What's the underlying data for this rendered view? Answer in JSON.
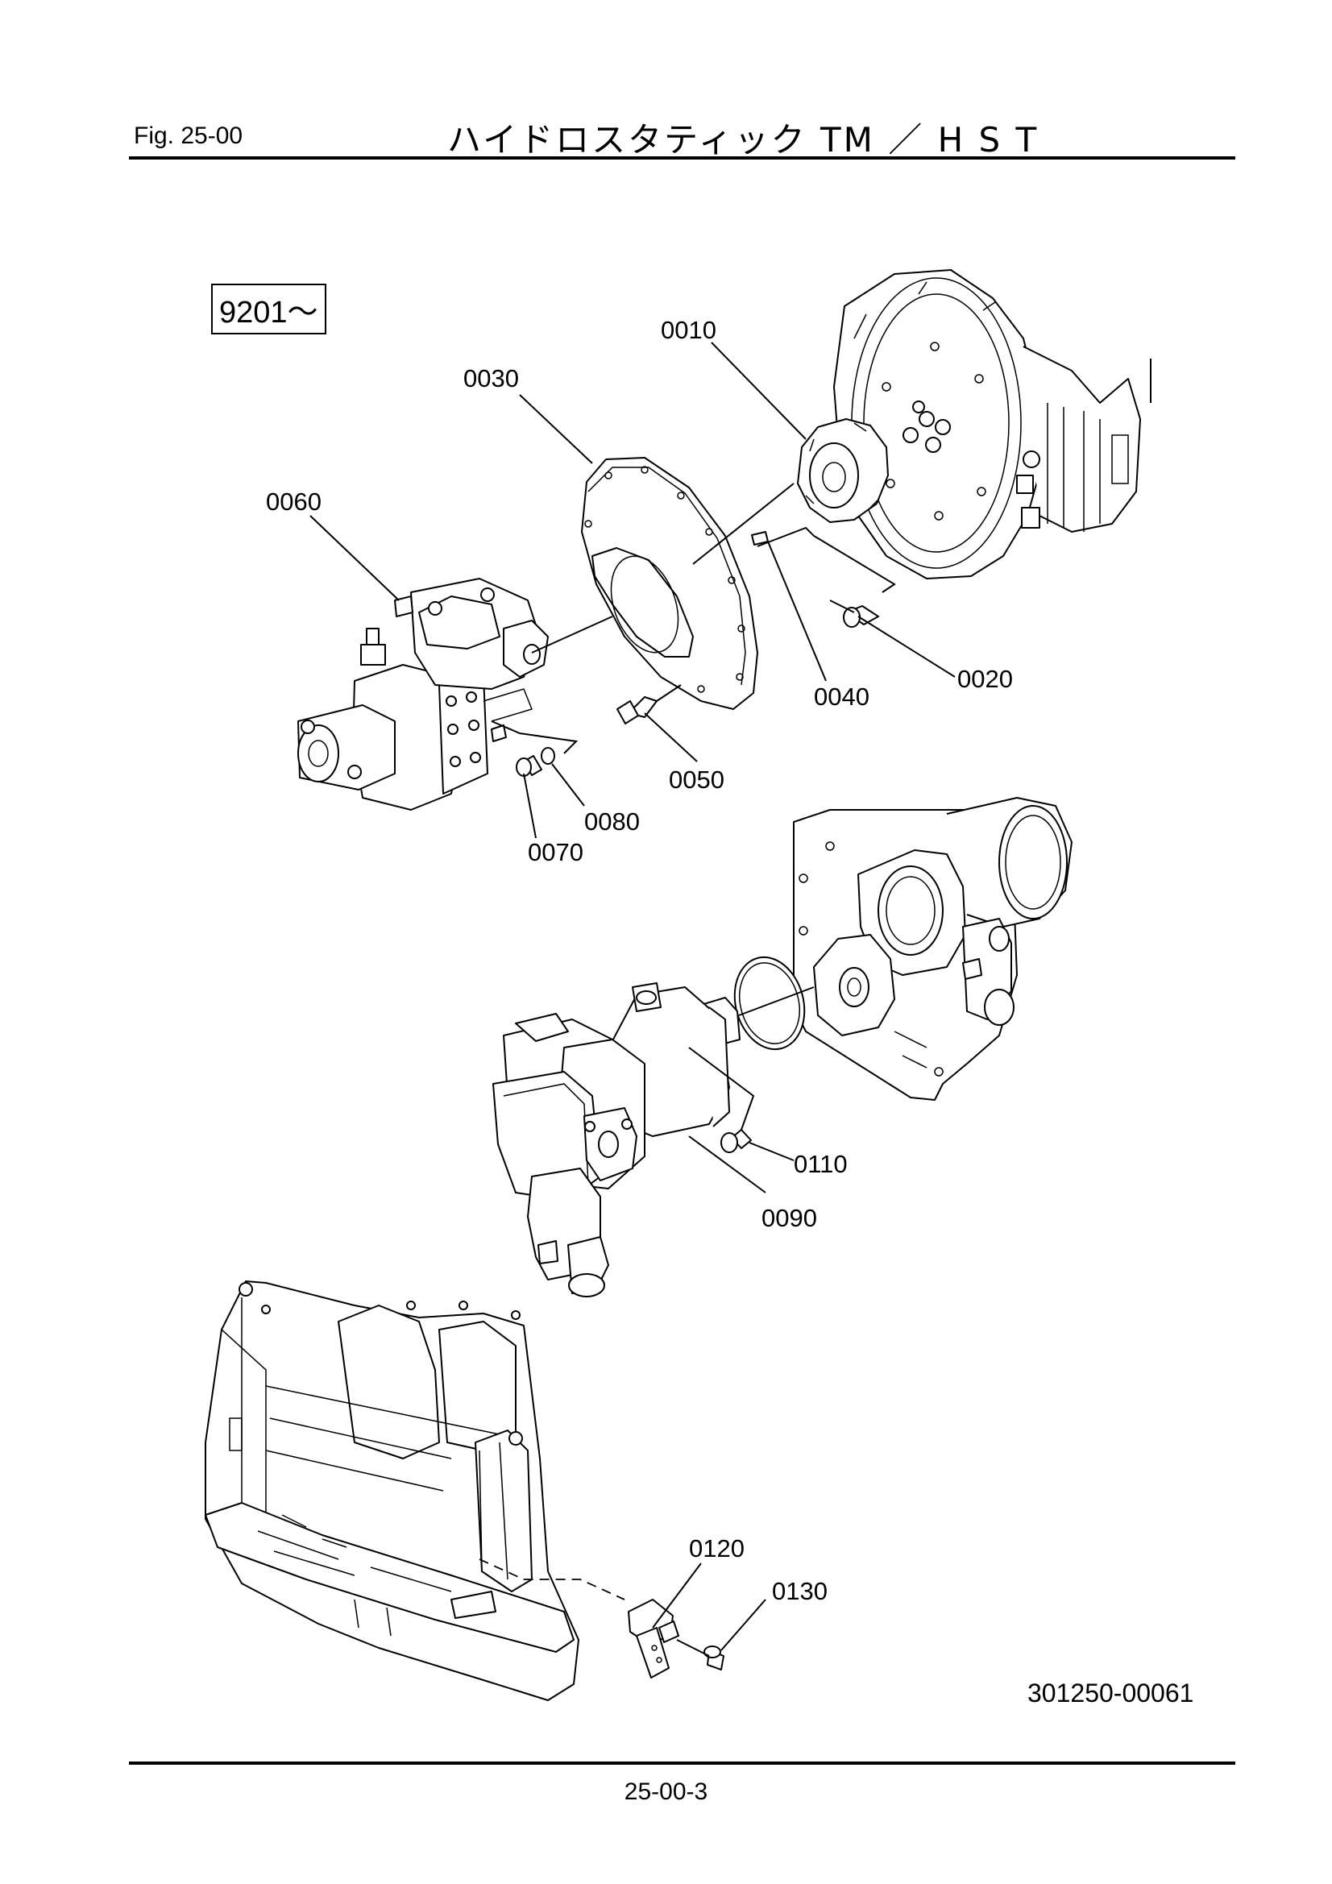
{
  "header": {
    "fig_label": "Fig.  25-00",
    "title": "ハイドロスタティック TM ／ H S T"
  },
  "serial_range": "9201～",
  "doc_number": "301250-00061",
  "page_number": "25-00-3",
  "parts": [
    {
      "number": "0010"
    },
    {
      "number": "0020"
    },
    {
      "number": "0030"
    },
    {
      "number": "0040"
    },
    {
      "number": "0050"
    },
    {
      "number": "0060"
    },
    {
      "number": "0070"
    },
    {
      "number": "0080"
    },
    {
      "number": "0090"
    },
    {
      "number": "0110"
    },
    {
      "number": "0120"
    },
    {
      "number": "0130"
    }
  ]
}
